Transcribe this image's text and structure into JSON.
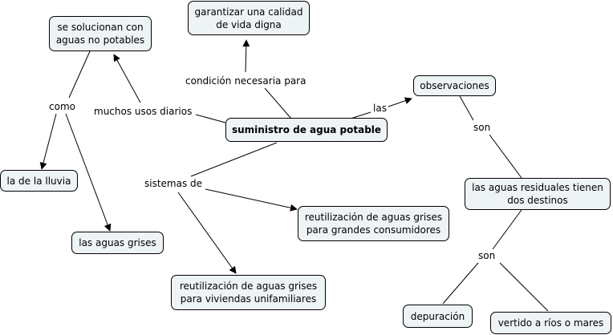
{
  "diagram": {
    "nodes": {
      "central": "suministro de agua potable",
      "calidad": [
        "garantizar una calidad",
        "de vida digna"
      ],
      "soluciones": [
        "se solucionan con",
        "aguas no potables"
      ],
      "lluvia": "la de la lluvia",
      "grises": "las aguas grises",
      "observaciones": "observaciones",
      "residuales": [
        "las aguas residuales tienen",
        "dos destinos"
      ],
      "grandes": [
        "reutilización de aguas grises",
        "para grandes consumidores"
      ],
      "viviendas": [
        "reutilización de aguas grises",
        "para viviendas unifamiliares"
      ],
      "depuracion": "depuración",
      "vertido": "vertido a ríos o mares"
    },
    "labels": {
      "condicion": "condición necesaria para",
      "usos": "muchos usos diarios",
      "como": "como",
      "las": "las",
      "son_1": "son",
      "sistemas": "sistemas de",
      "son_2": "son"
    }
  }
}
